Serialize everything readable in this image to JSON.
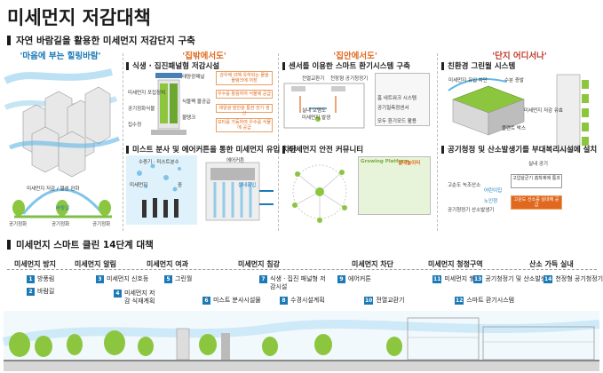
{
  "page": {
    "title": "미세먼지 저감대책",
    "section1_heading": "자연 바람길을 활용한 미세먼지 저감단지 구축",
    "section2_heading": "미세먼지 스마트 클린 14단계 대책"
  },
  "colors": {
    "blue": "#1b79b6",
    "orange": "#e0691f",
    "red": "#c0392b",
    "green": "#8cc63f",
    "sky": "#bfe3f5"
  },
  "panels": [
    {
      "title": "'마음에 부는 힐링바람'",
      "labels": [
        "미세먼지 저감 / 열섬 완화",
        "바람길",
        "공기정화",
        "공기정화",
        "공기정화"
      ]
    },
    {
      "title": "'집밖에서도'",
      "sub1": "식생 · 집진패널형 저감시설",
      "sub1_boxes": [
        "강우에 의해 유하되는 물을 물탱크에 저장",
        "우수를 활용하여 식물에 공급",
        "태양광 발전을 통한 전기 생산",
        "모터를 가동하여 우수를 식물에 공급"
      ],
      "sub1_labels": [
        "태양광패널",
        "미세먼지 포집장치",
        "식물팩 물공급",
        "공기정화식물",
        "물탱크",
        "집수정"
      ],
      "sub2": "미스트 분사 및 에어커튼을 통한 미세먼지 유입 차단",
      "sub2_labels": [
        "수증기 · 미스트분수",
        "미세먼지",
        "중",
        "에어커튼",
        "실내유입"
      ]
    },
    {
      "title": "'집안에서도'",
      "sub1": "센서를 이용한 스마트 환기시스템 구축",
      "sub1_labels": [
        "전열교환기",
        "천장형 공기청정기",
        "홈 네트워크 시스템",
        "공기질측정센서",
        "실내 오염도",
        "미세먼지 발생",
        "모두 환기모드 활용"
      ],
      "sub2": "미세먼지 안전 커뮤니티",
      "sub2_labels": [
        "Growing Platform",
        "실내놀이터"
      ]
    },
    {
      "title": "'단지 어디서나'",
      "sub1": "친환경 그린월 시스템",
      "sub1_labels": [
        "미세먼지 유입 차단",
        "수분 증발",
        "미세먼지 저감 유효",
        "플랜트 박스"
      ],
      "sub2": "공기청정 및 산소발생기를 부대복리시설에 설치",
      "sub2_labels": [
        "실내 공기",
        "고압살균기 흡착제에 통과",
        "고순도 산소를 실내에 공급",
        "고순도 녹조산소",
        "공기청정기 산소발생기",
        "어린이집",
        "노인정"
      ]
    }
  ],
  "stages": [
    {
      "label": "미세먼지 방지"
    },
    {
      "label": "미세먼지 알림"
    },
    {
      "label": "미세먼지 여과"
    },
    {
      "label": "미세먼지 침강"
    },
    {
      "label": "미세먼지 차단"
    },
    {
      "label": "미세먼지 청정구역"
    },
    {
      "label": "산소 가득 실내"
    }
  ],
  "steps": [
    {
      "num": "1",
      "text": "방풍림"
    },
    {
      "num": "2",
      "text": "바람길"
    },
    {
      "num": "3",
      "text": "미세먼지 신호등"
    },
    {
      "num": "4",
      "text": "미세먼지 저감 식재계획"
    },
    {
      "num": "5",
      "text": "그린월"
    },
    {
      "num": "6",
      "text": "미스트 분사시설물"
    },
    {
      "num": "7",
      "text": "식생 · 집진 패널형 저감시설"
    },
    {
      "num": "8",
      "text": "수경시설계획"
    },
    {
      "num": "9",
      "text": "에어커튼"
    },
    {
      "num": "10",
      "text": "전열교환기"
    },
    {
      "num": "11",
      "text": "미세먼지 쉘터"
    },
    {
      "num": "12",
      "text": "스마트 환기시스템"
    },
    {
      "num": "13",
      "text": "공기청정기 및 산소발생기"
    },
    {
      "num": "14",
      "text": "천정형 공기청정기"
    }
  ]
}
